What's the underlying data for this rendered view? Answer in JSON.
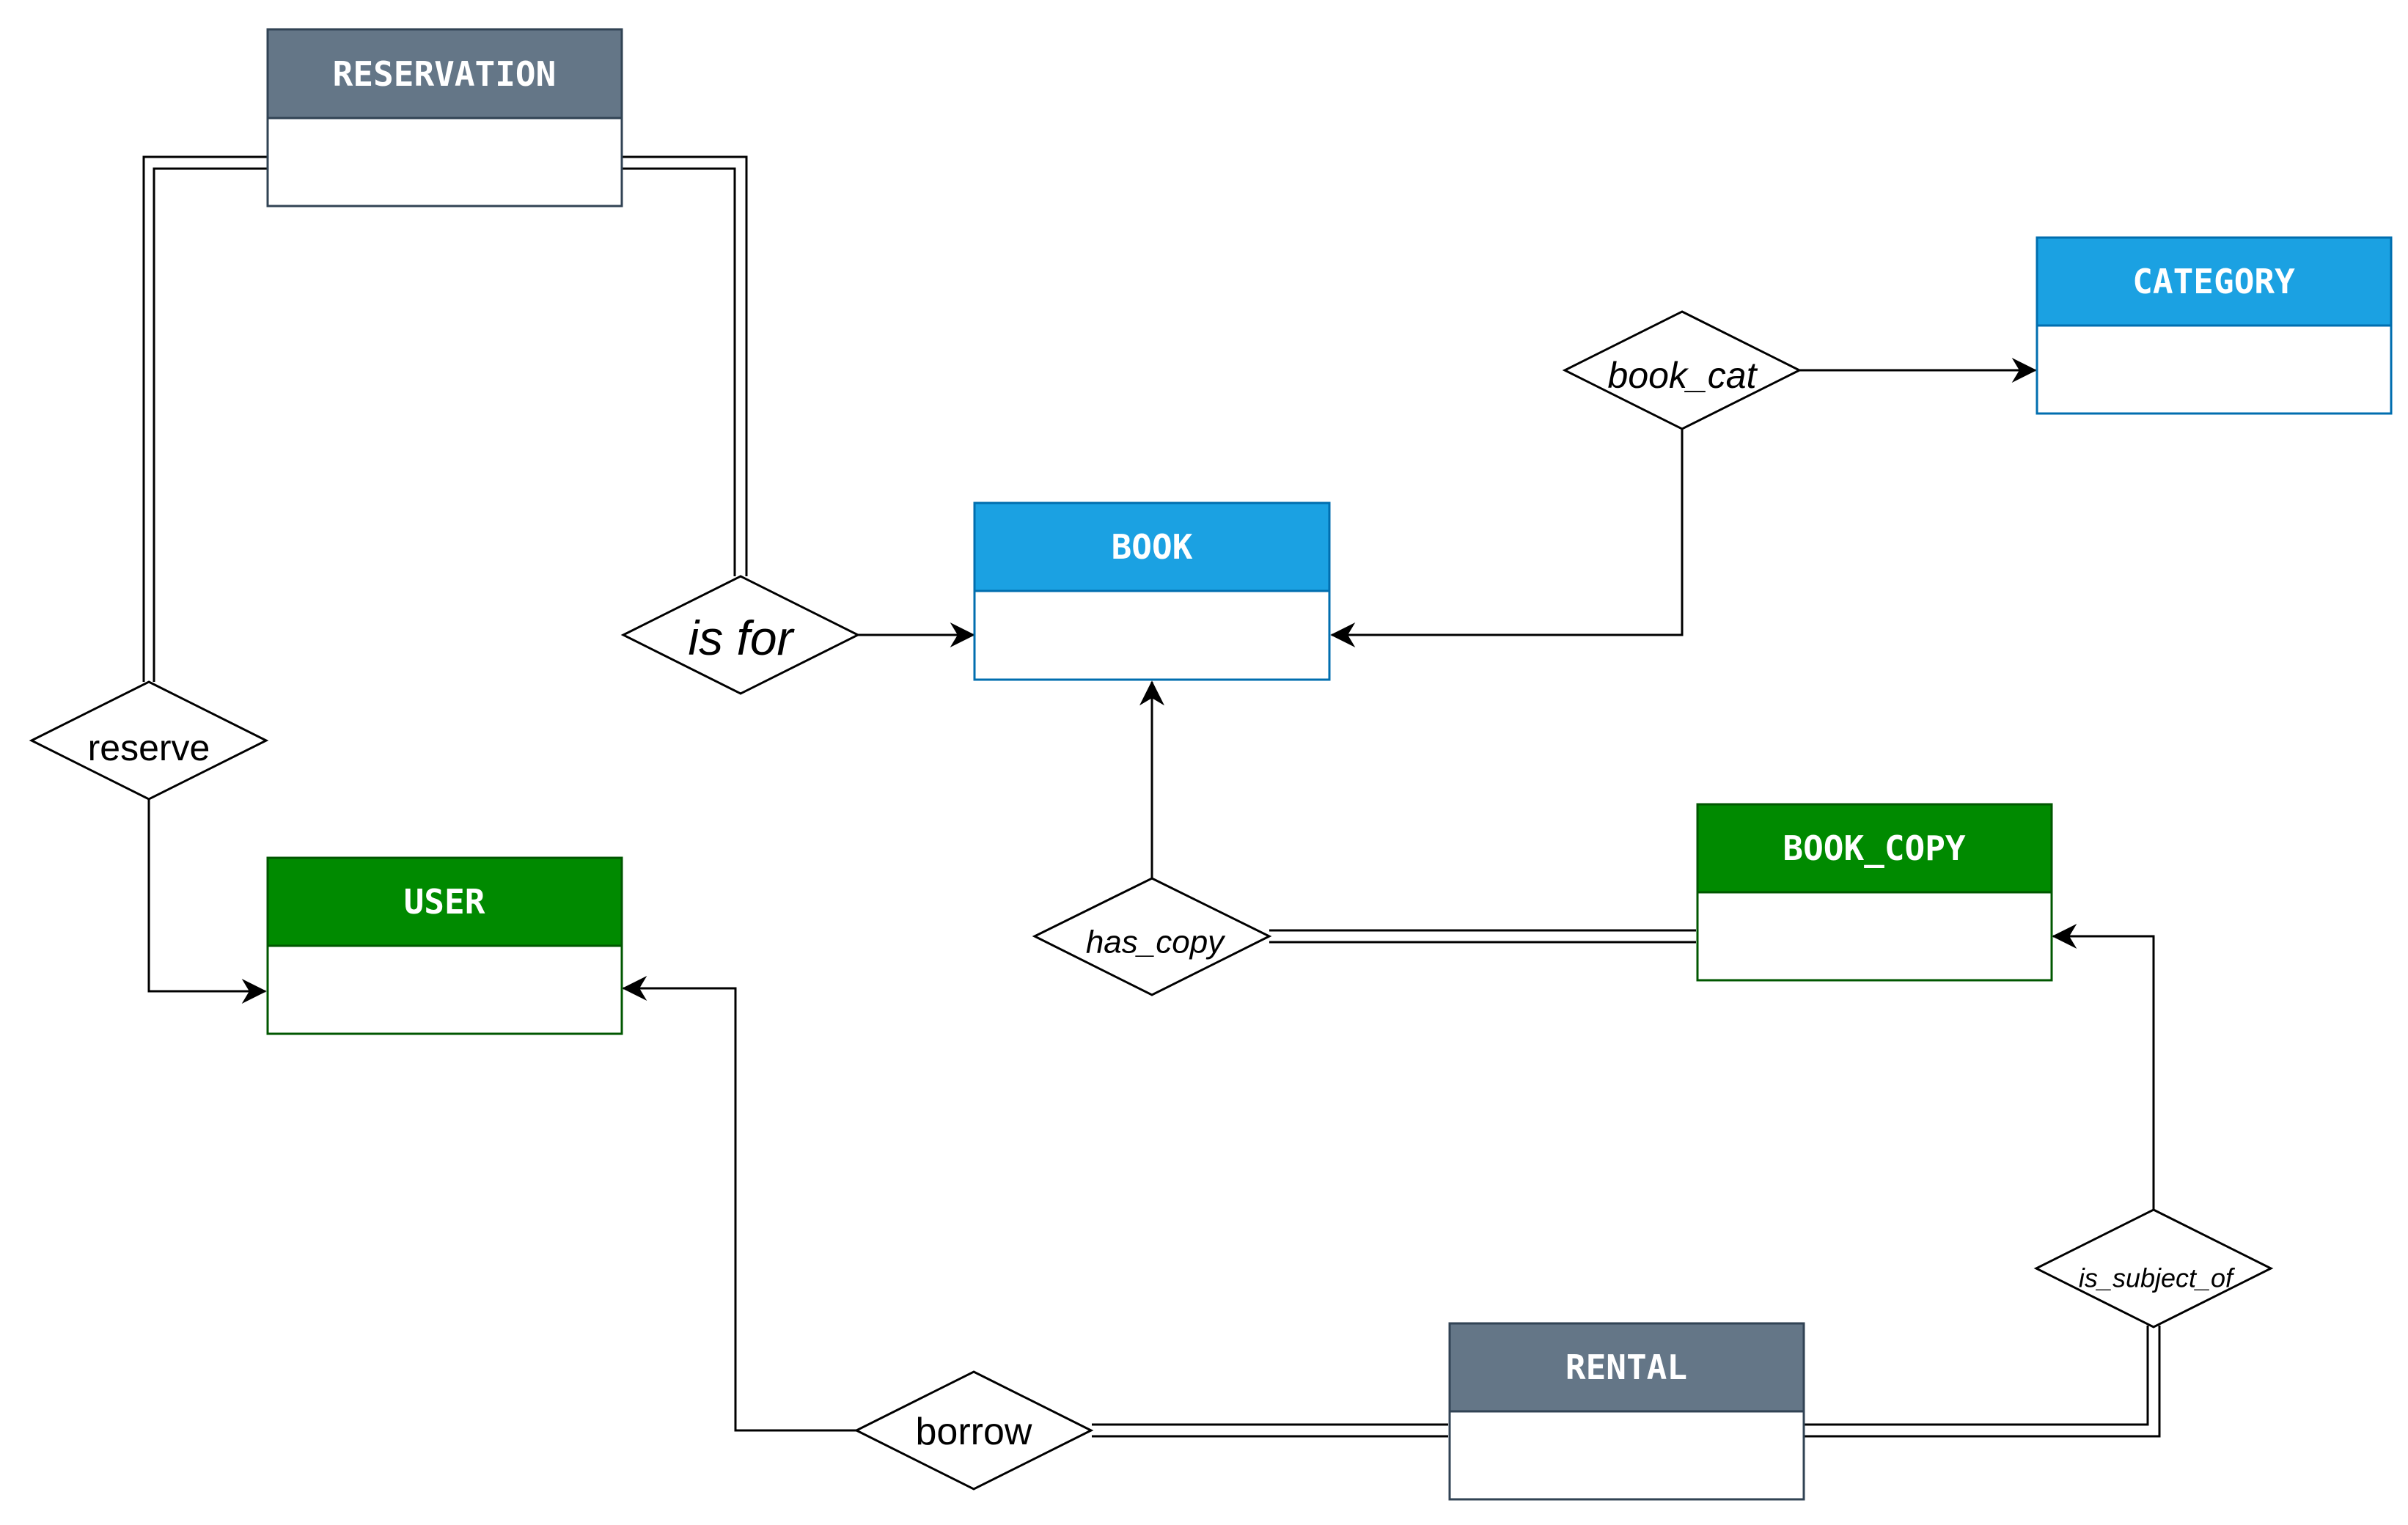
{
  "colors": {
    "gray_header": "#647687",
    "gray_border": "#314354",
    "blue_header": "#1ba1e2",
    "blue_border": "#006eaf",
    "green_header": "#008a00",
    "green_border": "#005700",
    "line": "#000000"
  },
  "entities": {
    "reservation": "RESERVATION",
    "category": "CATEGORY",
    "book": "BOOK",
    "user": "USER",
    "book_copy": "BOOK_COPY",
    "rental": "RENTAL"
  },
  "relationships": {
    "book_cat": "book_cat",
    "is_for": "is for",
    "reserve": "reserve",
    "has_copy": "has_copy",
    "is_subject_of": "is_subject_of",
    "borrow": "borrow"
  }
}
